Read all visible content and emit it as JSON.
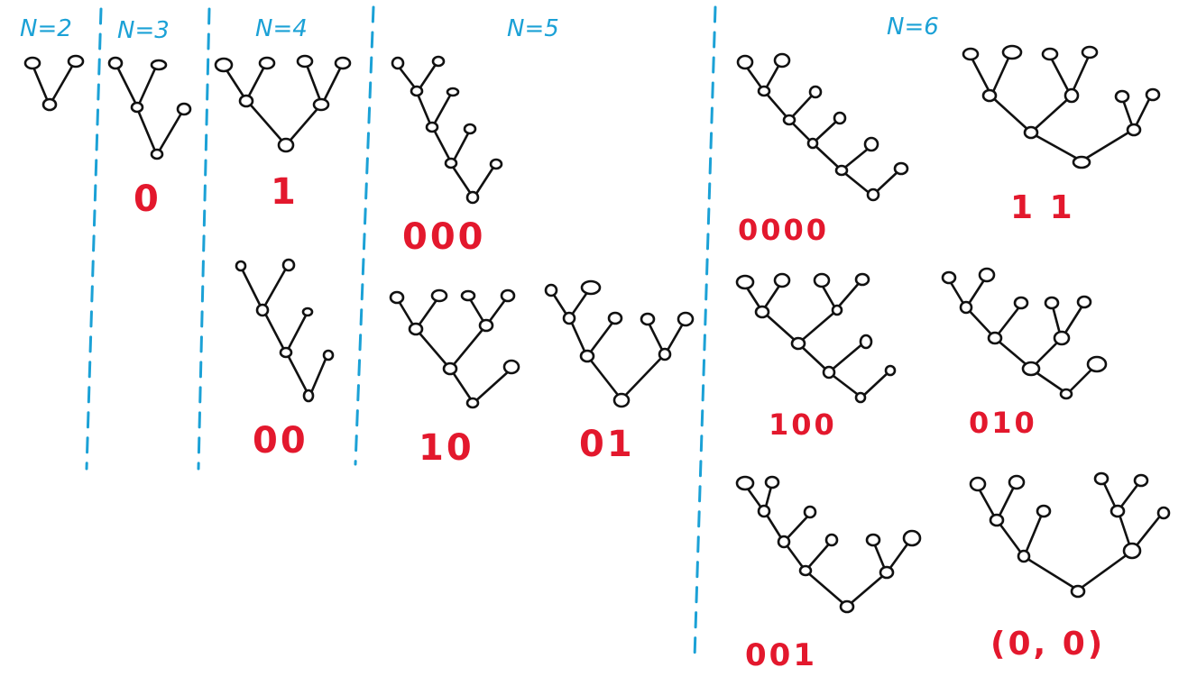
{
  "colors": {
    "header": "#1ba1d6",
    "label": "#e3182d",
    "ink": "#111111",
    "separator": "#1ba1d6"
  },
  "columns": [
    {
      "header": "N=2",
      "labels": []
    },
    {
      "header": "N=3",
      "labels": [
        "0"
      ]
    },
    {
      "header": "N=4",
      "labels": [
        "1",
        "00"
      ]
    },
    {
      "header": "N=5",
      "labels": [
        "000",
        "10",
        "01"
      ]
    },
    {
      "header": "N=6",
      "labels": [
        "0000",
        "1 1",
        "100",
        "010",
        "001",
        "(0, 0)"
      ]
    }
  ]
}
